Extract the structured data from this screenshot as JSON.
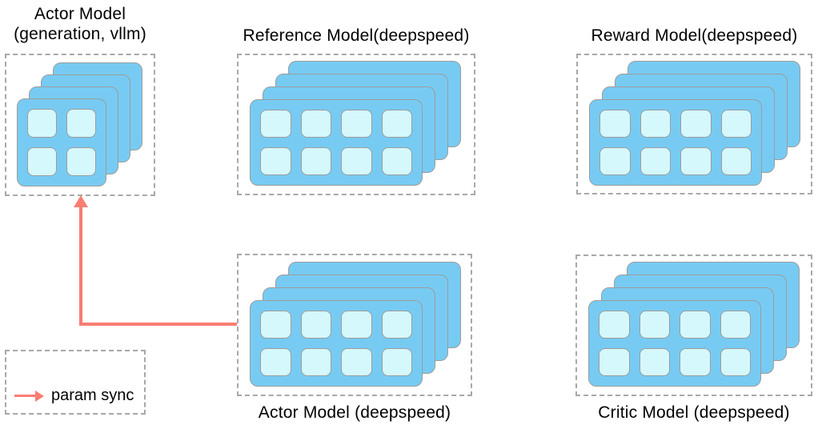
{
  "models": {
    "actor_vllm": {
      "title": "Actor Model",
      "subtitle": "(generation, vllm)"
    },
    "reference": {
      "title": "Reference Model(deepspeed)"
    },
    "reward": {
      "title": "Reward Model(deepspeed)"
    },
    "actor_deepspeed": {
      "title": "Actor Model (deepspeed)"
    },
    "critic": {
      "title": "Critic Model (deepspeed)"
    }
  },
  "legend": {
    "label": "param sync"
  },
  "stacks": {
    "small": {
      "layers": 4,
      "cols": 2,
      "rows": 2
    },
    "wide": {
      "layers": 4,
      "cols": 4,
      "rows": 2
    }
  },
  "colors": {
    "card_fill": "#77CBF3",
    "cell_fill": "#D4F8FC",
    "card_border": "#9C9C9C",
    "dashed_border": "#A8A8A8",
    "arrow": "#F97D72",
    "text": "#000000",
    "background": "#FFFFFF"
  }
}
